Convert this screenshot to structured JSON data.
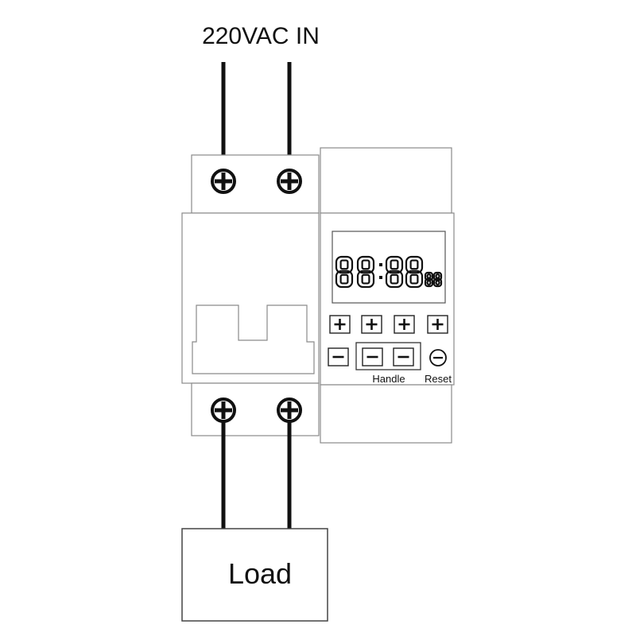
{
  "title": "220VAC IN",
  "load_label": "Load",
  "display": {
    "main": [
      "8",
      "8",
      "8",
      "8"
    ],
    "small": [
      "8",
      "8"
    ]
  },
  "buttons": {
    "top_row": [
      "+",
      "+",
      "+",
      "+"
    ],
    "bottom_row": [
      "−",
      "−",
      "−"
    ],
    "handle_label": "Handle",
    "reset_label": "Reset"
  }
}
